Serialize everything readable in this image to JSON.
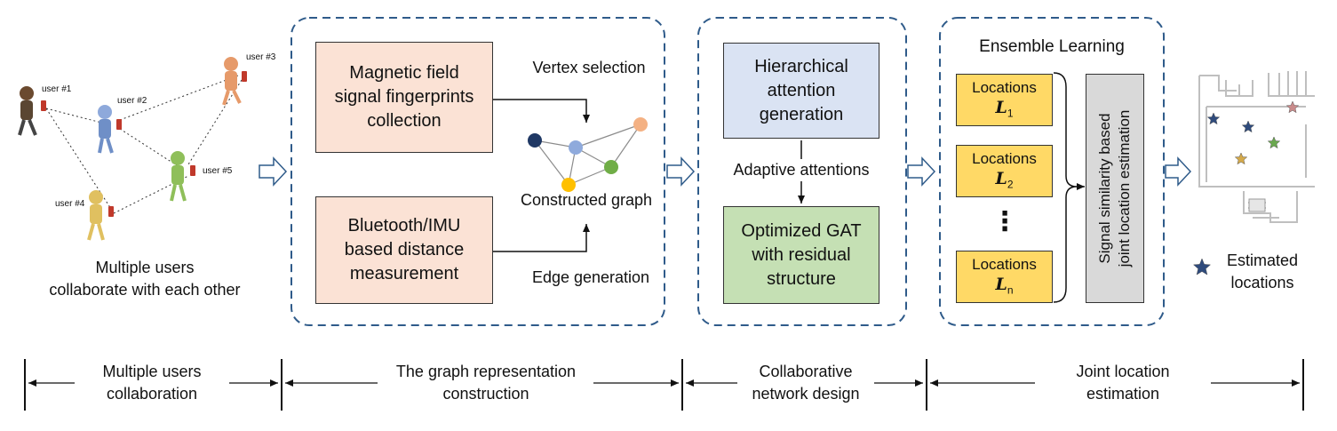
{
  "users": {
    "caption_line1": "Multiple users",
    "caption_line2": "collaborate with each other",
    "labels": [
      "user #1",
      "user #2",
      "user #3",
      "user #4",
      "user #5"
    ]
  },
  "graph_section": {
    "box1_lines": [
      "Magnetic field",
      "signal fingerprints",
      "collection"
    ],
    "box2_lines": [
      "Bluetooth/IMU",
      "based distance",
      "measurement"
    ],
    "vertex_selection": "Vertex selection",
    "edge_generation": "Edge generation",
    "constructed_graph": "Constructed graph"
  },
  "network_section": {
    "box1_lines": [
      "Hierarchical",
      "attention",
      "generation"
    ],
    "adaptive_attentions": "Adaptive attentions",
    "box2_lines": [
      "Optimized GAT",
      "with residual",
      "structure"
    ]
  },
  "ensemble_section": {
    "title": "Ensemble Learning",
    "locations_label": "Locations",
    "subscripts": [
      "1",
      "2",
      "n"
    ],
    "math_symbol": "L",
    "ellipsis": "⋮",
    "estimation_lines": [
      "Signal similarity based",
      "joint location estimation"
    ]
  },
  "map": {
    "legend_label_line1": "Estimated",
    "legend_label_line2": "locations",
    "star_colors": [
      "#2f4b7c",
      "#2f4b7c",
      "#c98b8b",
      "#6aa84f",
      "#d4a94a"
    ]
  },
  "stages": [
    {
      "line1": "Multiple users",
      "line2": "collaboration"
    },
    {
      "line1": "The graph representation",
      "line2": "construction"
    },
    {
      "line1": "Collaborative",
      "line2": "network design"
    },
    {
      "line1": "Joint location",
      "line2": "estimation"
    }
  ],
  "colors": {
    "dashed_border": "#2f5b8a",
    "orange_box": "#fbe2d5",
    "blue_box": "#dae3f3",
    "green_box": "#c5e0b4",
    "location_box": "#ffd966",
    "estimation_box": "#d9d9d9"
  }
}
